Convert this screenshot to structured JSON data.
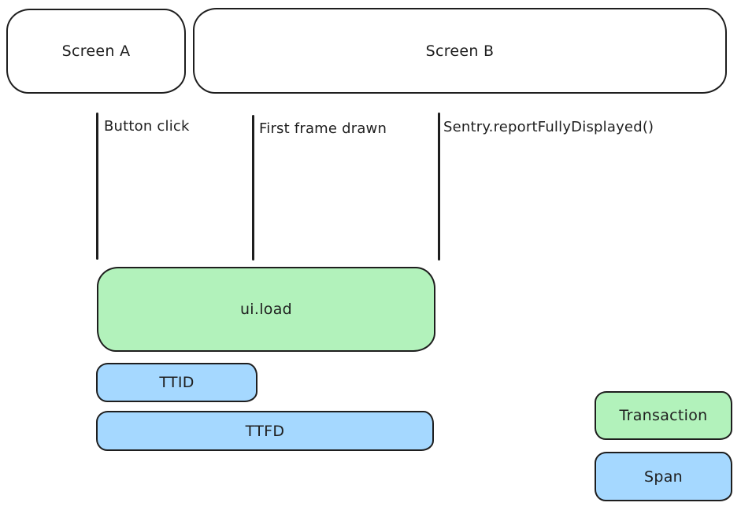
{
  "diagram": {
    "background": "#ffffff",
    "stroke_color": "#1e1e1e",
    "colors": {
      "transaction_fill": "#b2f2bb",
      "span_fill": "#a5d8ff",
      "screen_fill": "#ffffff"
    },
    "screens": [
      {
        "label": "Screen A"
      },
      {
        "label": "Screen B"
      }
    ],
    "events": [
      {
        "label": "Button click"
      },
      {
        "label": "First frame drawn"
      },
      {
        "label": "Sentry.reportFullyDisplayed()"
      }
    ],
    "bars": [
      {
        "label": "ui.load",
        "kind": "transaction"
      },
      {
        "label": "TTID",
        "kind": "span"
      },
      {
        "label": "TTFD",
        "kind": "span"
      }
    ],
    "legend": [
      {
        "label": "Transaction",
        "kind": "transaction"
      },
      {
        "label": "Span",
        "kind": "span"
      }
    ]
  }
}
